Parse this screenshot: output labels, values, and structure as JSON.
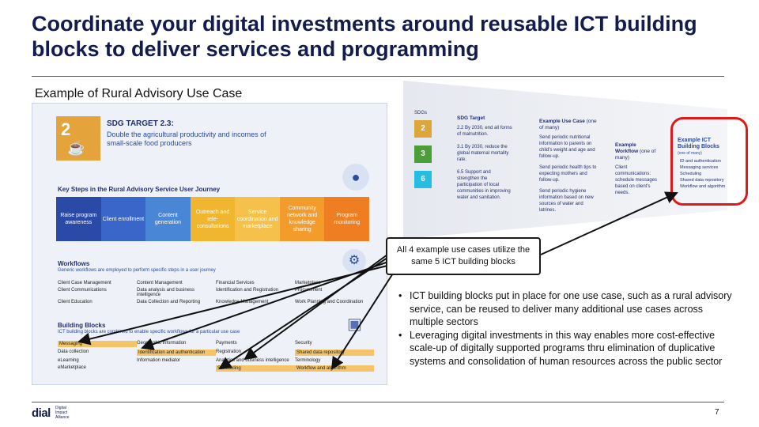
{
  "slide": {
    "title": "Coordinate your digital investments around reusable ICT building blocks to deliver services and programming",
    "subtitle": "Example of Rural Advisory Use Case",
    "page_number": "7"
  },
  "infographic": {
    "sdg_number": "2",
    "sdg_title": "SDG TARGET 2.3:",
    "sdg_text": "Double the agricultural productivity and incomes of small-scale food producers",
    "steps_label": "Key Steps in the Rural Advisory Service User Journey",
    "steps": [
      {
        "label": "Raise program awareness",
        "color": "#2b4aa8"
      },
      {
        "label": "Client enrollment",
        "color": "#3a66c9"
      },
      {
        "label": "Content generation",
        "color": "#4a86d6"
      },
      {
        "label": "Outreach and tele-consultations",
        "color": "#f0b630"
      },
      {
        "label": "Service coordination and marketplace",
        "color": "#f5c14a"
      },
      {
        "label": "Community network and knowledge sharing",
        "color": "#f39c2c"
      },
      {
        "label": "Program monitoring",
        "color": "#ef7d22"
      }
    ],
    "workflows_label": "Workflows",
    "workflows_sub": "Generic workflows are employed to perform specific steps in a user journey",
    "workflows": [
      "Client Case Management",
      "Content Management",
      "Financial Services",
      "Marketplace",
      "Client Communications",
      "Data analysis and business intelligence",
      "Identification and Registration",
      "Procurement",
      "Client Education",
      "Data Collection and Reporting",
      "Knowledge Management",
      "Work Planning and Coordination"
    ],
    "building_blocks_label": "Building Blocks",
    "building_blocks_sub": "ICT building blocks are combined to enable specific workflows for a particular use case",
    "building_blocks": [
      {
        "label": "Messaging",
        "hl": true
      },
      {
        "label": "Geographic information",
        "hl": false
      },
      {
        "label": "Payments",
        "hl": false
      },
      {
        "label": "Security",
        "hl": false
      },
      {
        "label": "Data collection",
        "hl": false
      },
      {
        "label": "Identification and authentication",
        "hl": true
      },
      {
        "label": "Registration",
        "hl": false
      },
      {
        "label": "Shared data repository",
        "hl": true
      },
      {
        "label": "eLearning",
        "hl": false
      },
      {
        "label": "Information mediator",
        "hl": false
      },
      {
        "label": "Analytics and business intelligence",
        "hl": false
      },
      {
        "label": "Terminology",
        "hl": false
      },
      {
        "label": "eMarketplace",
        "hl": false
      },
      {
        "label": "",
        "hl": false
      },
      {
        "label": "Scheduling",
        "hl": true
      },
      {
        "label": "Workflow and algorithm",
        "hl": true
      }
    ]
  },
  "perspective": {
    "sdgs_label": "SDGs",
    "sdg_cells": [
      {
        "num": "2",
        "color": "#dda63a"
      },
      {
        "num": "3",
        "color": "#4c9f38"
      },
      {
        "num": "6",
        "color": "#26bde2"
      }
    ],
    "col_sdg_target": {
      "header": "SDG Target",
      "items": [
        "2.2 By 2030, end all forms of malnutrition.",
        "3.1 By 2030, reduce the global maternal mortality rate.",
        "6.5 Support and strengthen the participation of local communities in improving water and sanitation."
      ]
    },
    "col_use_case": {
      "header": "Example Use Case",
      "sub": "(one of many)",
      "items": [
        "Send periodic nutritional information to parents on child's weight and age and follow-up.",
        "Send periodic health tips to expecting mothers and follow-up.",
        "Send periodic hygiene information based on new sources of water and latrines."
      ]
    },
    "col_workflow": {
      "header": "Example Workflow",
      "sub": "(one of many)",
      "text": "Client communications: schedule messages based on client's needs."
    },
    "ring_title": "Example ICT Building Blocks",
    "ring_sub": "(one of many)",
    "ring_list": [
      "ID and authentication",
      "Messaging services",
      "Scheduling",
      "Shared data repository",
      "Workflow and algorithm"
    ]
  },
  "callout": {
    "text": "All 4 example use cases utilize the same 5 ICT building blocks"
  },
  "bullets": [
    "ICT building blocks put in place for one use case, such as a rural advisory service, can be reused to deliver many additional use cases across multiple sectors",
    "Leveraging digital investments in this way enables more cost-effective scale-up of digitally supported programs thru elimination of duplicative systems and consolidation of human resources across the public sector"
  ],
  "footer": {
    "logo": "dial",
    "logo_sub": "Digital Impact Alliance"
  },
  "colors": {
    "title": "#141c4d",
    "ring": "#e01818",
    "accent_blue": "#2c4aa0",
    "accent_orange": "#f0b630"
  }
}
